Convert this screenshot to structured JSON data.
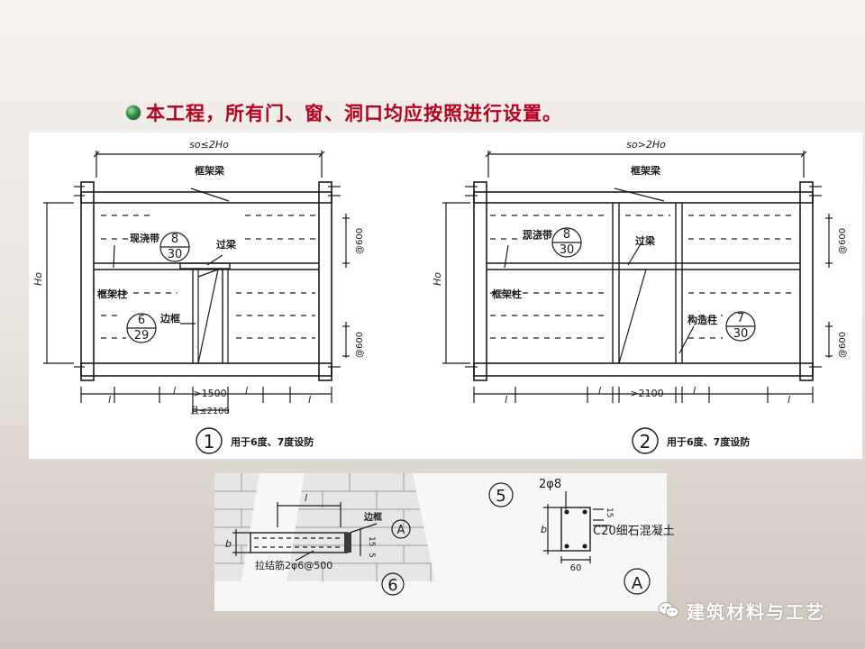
{
  "headline": "本工程，所有门、窗、洞口均应按照进行设置。",
  "figure1": {
    "dim_top": "so≤2Ho",
    "frame_beam": "框架梁",
    "cast_band": "现浇带",
    "lintel": "过梁",
    "frame_column": "框架柱",
    "edge_frame": "边框",
    "ho_label": "Ho",
    "spacing_top": "@600",
    "spacing_bottom": "@600",
    "ref_band_top": "8",
    "ref_band_bottom": "30",
    "ref_edge_top": "6",
    "ref_edge_bottom": "29",
    "dim_l_left": "l",
    "dim_l_mid1": "l",
    "dim_opening": ">1500",
    "dim_l_mid2": "l",
    "dim_l_right": "l",
    "dim_opening_max": "且≤2100",
    "number": "1",
    "caption": "用于6度、7度设防"
  },
  "figure2": {
    "dim_top": "so>2Ho",
    "frame_beam": "框架梁",
    "cast_band": "现浇带",
    "lintel": "过梁",
    "frame_column": "框架柱",
    "constructional_column": "构造柱",
    "ho_label": "Ho",
    "spacing_top": "@600",
    "spacing_bottom": "@600",
    "ref_band_top": "8",
    "ref_band_bottom": "30",
    "ref_col_top": "7",
    "ref_col_bottom": "30",
    "dim_l_left": "l",
    "dim_l_mid1": "l",
    "dim_opening": ">2100",
    "dim_l_mid2": "l",
    "dim_l_right": "l",
    "number": "2",
    "caption": "用于6度、7度设防"
  },
  "figure6": {
    "dim_l": "l",
    "edge_frame": "边框",
    "ref_a": "A",
    "dim_b": "b",
    "dim_15": "15",
    "dim_5": "5",
    "tie_bar": "拉结筋2φ6@500",
    "number": "6"
  },
  "figure5": {
    "number": "5",
    "bars": "2φ8",
    "concrete": "C20细石混凝土",
    "dim_b": "b",
    "dim_15": "15",
    "dim_60": "60",
    "label_a": "A"
  },
  "watermark": "建筑材料与工艺"
}
